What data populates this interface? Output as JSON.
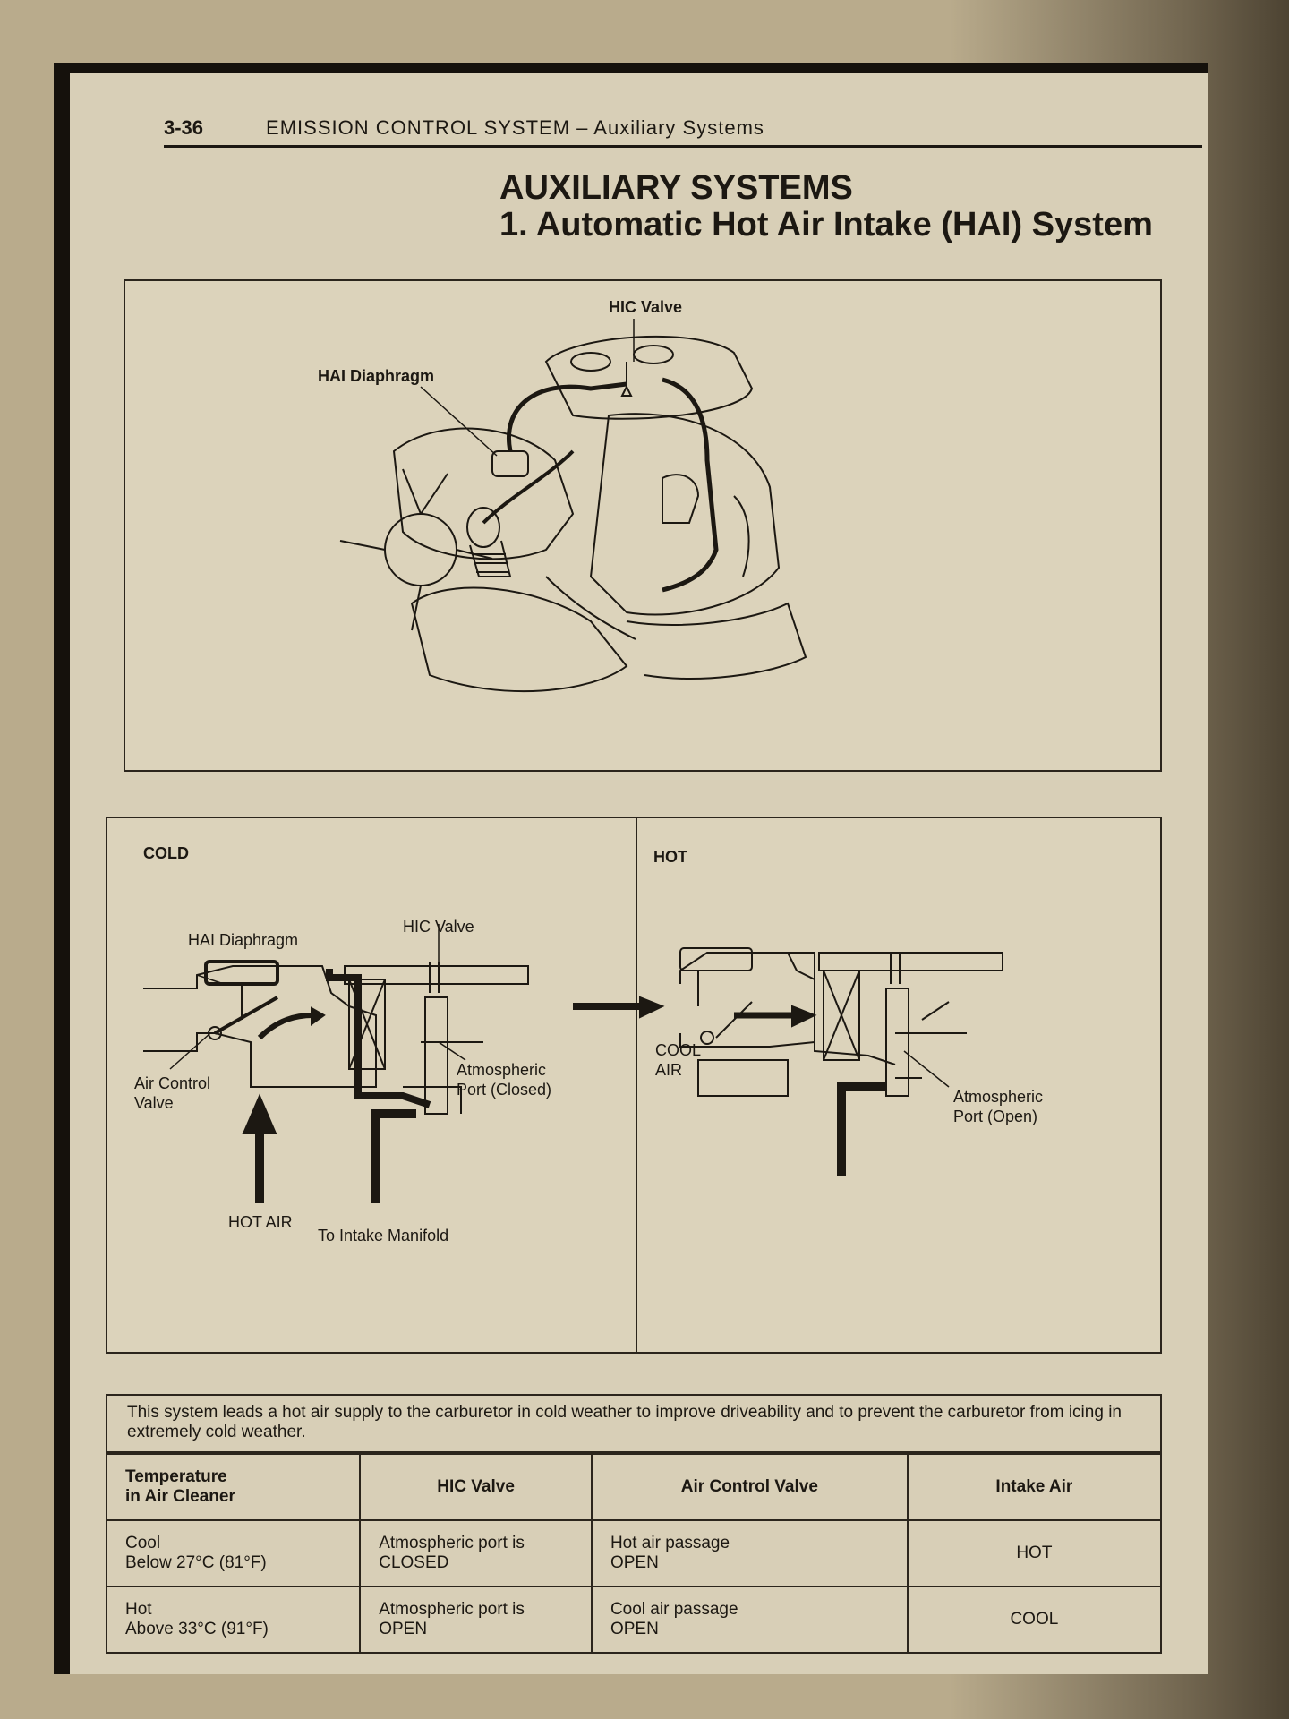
{
  "header": {
    "page_number": "3-36",
    "running_head": "EMISSION CONTROL SYSTEM – Auxiliary Systems"
  },
  "title": {
    "main": "AUXILIARY SYSTEMS",
    "sub": "1. Automatic Hot Air Intake (HAI) System"
  },
  "figure_top": {
    "labels": {
      "hic_valve": "HIC Valve",
      "hai_diaphragm": "HAI Diaphragm"
    }
  },
  "figure_bottom": {
    "cold": {
      "title": "COLD",
      "hai_diaphragm": "HAI Diaphragm",
      "hic_valve": "HIC Valve",
      "air_control_valve": "Air Control Valve",
      "atmospheric_port": "Atmospheric Port (Closed)",
      "hot_air": "HOT AIR",
      "intake_manifold": "To Intake Manifold"
    },
    "hot": {
      "title": "HOT",
      "cool_air": "COOL AIR",
      "atmospheric_port": "Atmospheric Port (Open)"
    }
  },
  "description": "This system leads a hot air supply to the carburetor in cold weather to improve driveability and to prevent the carburetor from icing in extremely cold weather.",
  "table": {
    "headers": [
      "Temperature\nin Air Cleaner",
      "HIC Valve",
      "Air Control Valve",
      "Intake Air"
    ],
    "rows": [
      [
        "Cool\nBelow 27°C (81°F)",
        "Atmospheric port is\nCLOSED",
        "Hot air passage\nOPEN",
        "HOT"
      ],
      [
        "Hot\nAbove 33°C (91°F)",
        "Atmospheric port is\nOPEN",
        "Cool air passage\nOPEN",
        "COOL"
      ]
    ]
  }
}
